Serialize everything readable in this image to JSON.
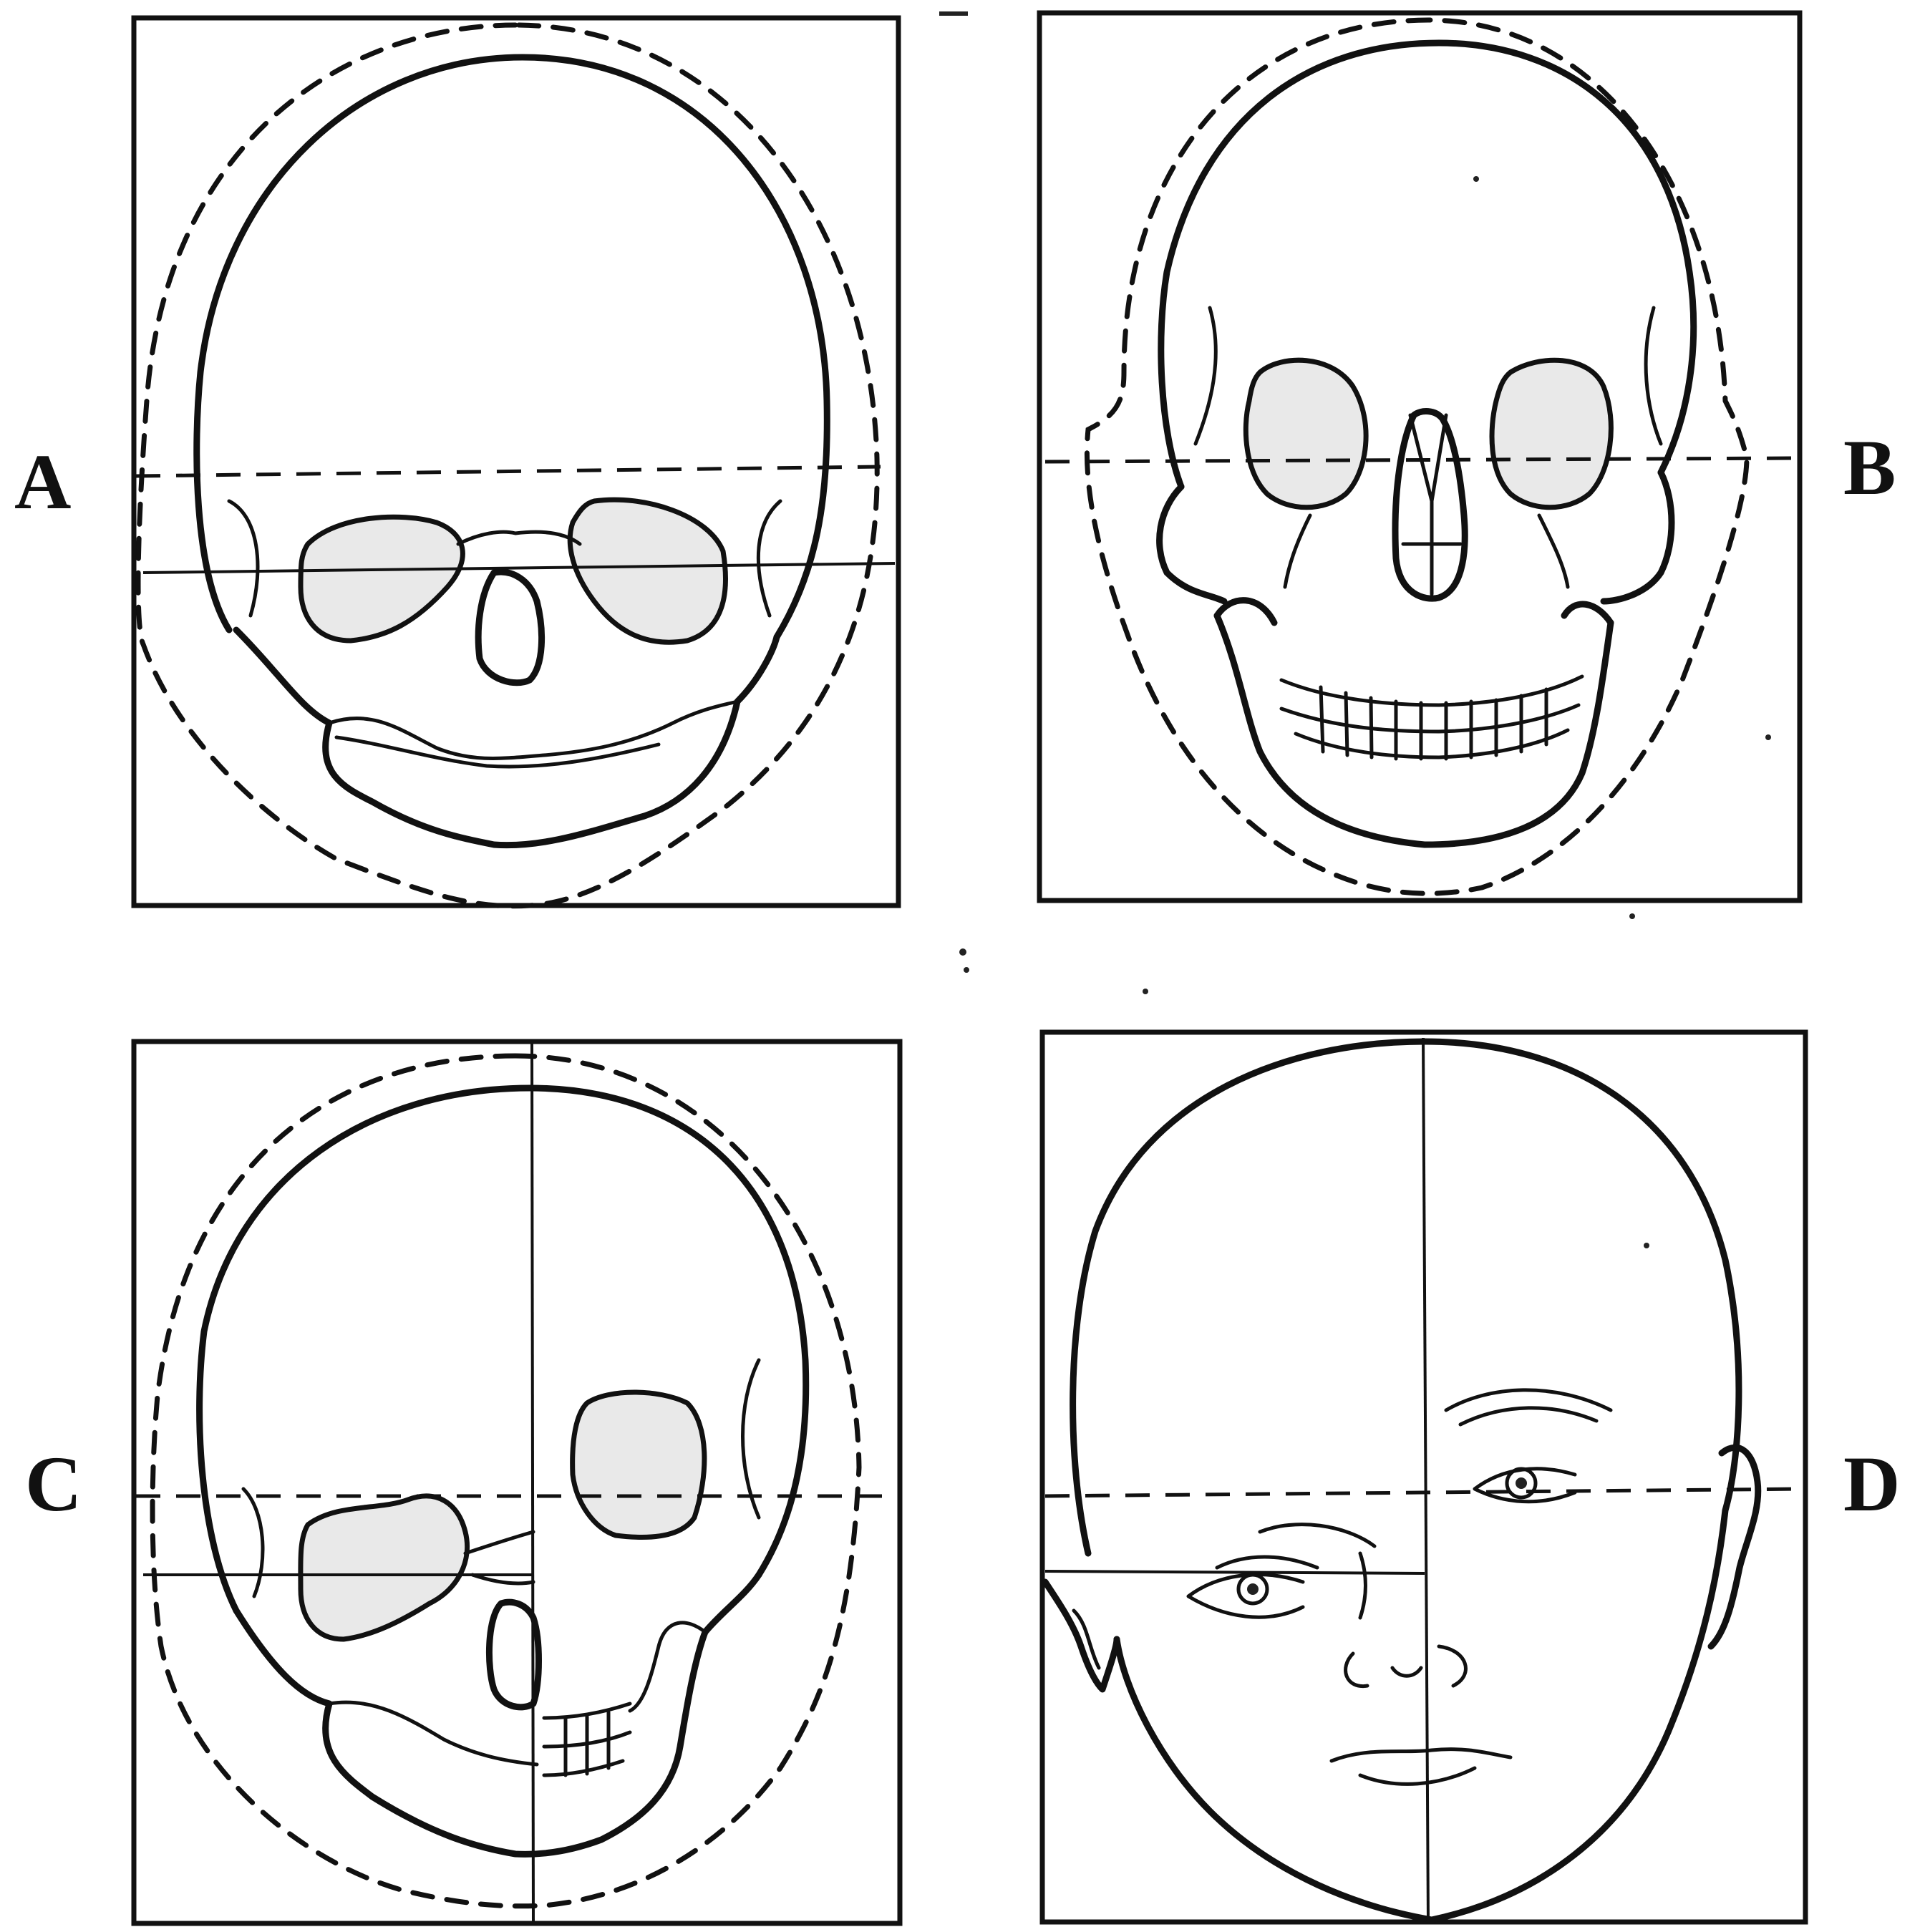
{
  "panels": [
    {
      "id": "A",
      "label": "A"
    },
    {
      "id": "B",
      "label": "B"
    },
    {
      "id": "C",
      "label": "C"
    },
    {
      "id": "D",
      "label": "D"
    }
  ],
  "colors": {
    "ink": "#111111",
    "paper": "#ffffff",
    "orbit_fill": "#e9e9e9"
  }
}
